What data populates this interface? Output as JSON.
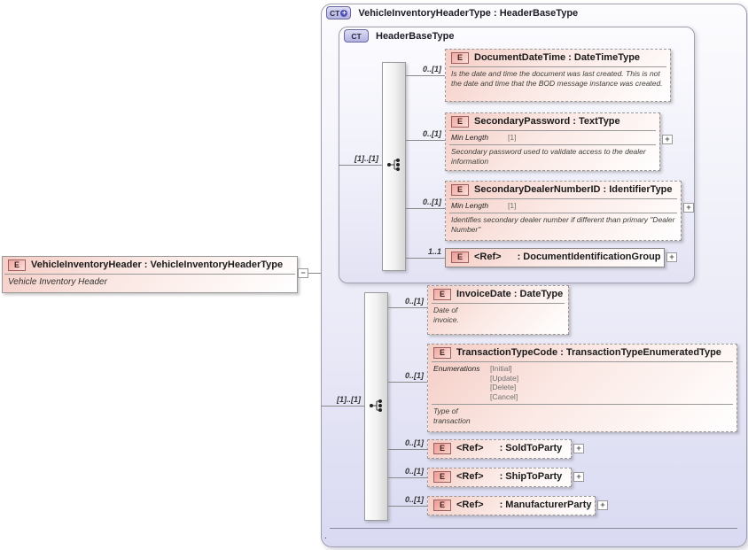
{
  "icons": {
    "element_badge": "E",
    "complex_type_badge": "CT",
    "extension_plus": "+",
    "expand_glyph": "+",
    "collapse_glyph": "−"
  },
  "root_element": {
    "title": "VehicleInventoryHeader : VehicleInventoryHeaderType",
    "annotation": "Vehicle Inventory Header"
  },
  "outer_type": {
    "title": "VehicleInventoryHeaderType : HeaderBaseType",
    "sequence_cardinality": "[1]..[1]",
    "footer_annotation": "."
  },
  "base_type": {
    "title": "HeaderBaseType",
    "sequence_cardinality": "[1]..[1]",
    "children": [
      {
        "cardinality": "0..[1]",
        "title": "DocumentDateTime : DateTimeType",
        "doc": "Is the date and time the document was last created. This is not the date and time that the BOD message instance was created."
      },
      {
        "cardinality": "0..[1]",
        "title": "SecondaryPassword : TextType",
        "facet_name": "Min Length",
        "facet_value": "[1]",
        "doc": "Secondary password used to validate access to the dealer information"
      },
      {
        "cardinality": "0..[1]",
        "title": "SecondaryDealerNumberID : IdentifierType",
        "facet_name": "Min Length",
        "facet_value": "[1]",
        "doc": "Identifies secondary dealer number if different than primary \"Dealer Number\""
      },
      {
        "cardinality": "1..1",
        "ref_label": "<Ref>",
        "ref_type": ": DocumentIdentificationGroup"
      }
    ]
  },
  "outer_children": [
    {
      "cardinality": "0..[1]",
      "title": "InvoiceDate : DateType",
      "doc": "Date of invoice."
    },
    {
      "cardinality": "0..[1]",
      "title": "TransactionTypeCode : TransactionTypeEnumeratedType",
      "facet_name": "Enumerations",
      "enum_values": [
        "[Initial]",
        "[Update]",
        "[Delete]",
        "[Cancel]"
      ],
      "doc": "Type of transaction"
    },
    {
      "cardinality": "0..[1]",
      "ref_label": "<Ref>",
      "ref_type": ": SoldToParty"
    },
    {
      "cardinality": "0..[1]",
      "ref_label": "<Ref>",
      "ref_type": ": ShipToParty"
    },
    {
      "cardinality": "0..[1]",
      "ref_label": "<Ref>",
      "ref_type": ": ManufacturerParty"
    }
  ]
}
